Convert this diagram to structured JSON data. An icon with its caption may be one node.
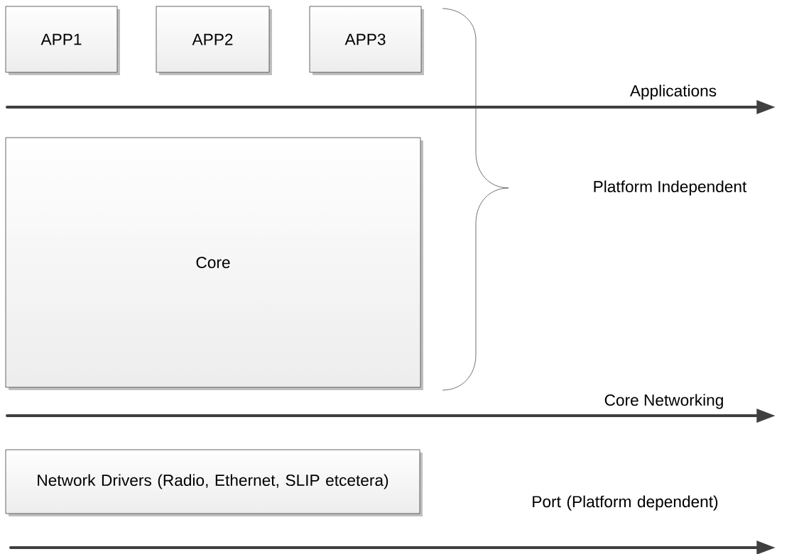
{
  "diagram": {
    "nodes": [
      {
        "text": [
          "APP1"
        ]
      },
      {
        "text": [
          "APP2"
        ]
      },
      {
        "text": [
          "APP3"
        ]
      },
      {
        "text": [
          "Core"
        ]
      },
      {
        "text": [
          "Network Drivers (Radio, Ethernet, SLIP etcetera)"
        ]
      }
    ],
    "labels": [
      "Platform Independent",
      "Applications",
      "Core Networking",
      "Port (Platform dependent)"
    ]
  }
}
